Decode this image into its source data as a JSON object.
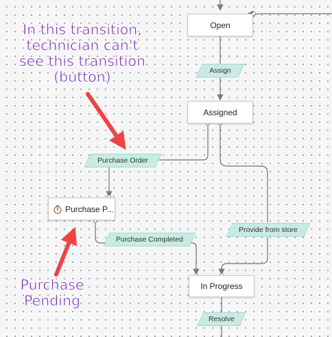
{
  "states": {
    "open": "Open",
    "assigned": "Assigned",
    "purchase_pending": "Purchase P...",
    "in_progress": "In Progress"
  },
  "transitions": {
    "assign": "Assign",
    "purchase_order": "Purchase Order",
    "purchase_completed": "Purchase Completed",
    "provide_from_store": "Provide from store",
    "resolve": "Resolve"
  },
  "annotations": {
    "top": "In this transition, technician can't see this transition (button)",
    "bottom": "Purchase Pending"
  },
  "colors": {
    "annotation_text": "#7a2fb0",
    "annotation_arrow": "#ee4444",
    "transition_fill": "#c8ebe5",
    "connector": "#707070"
  },
  "icons": {
    "purchase_pending": "timer-icon"
  }
}
